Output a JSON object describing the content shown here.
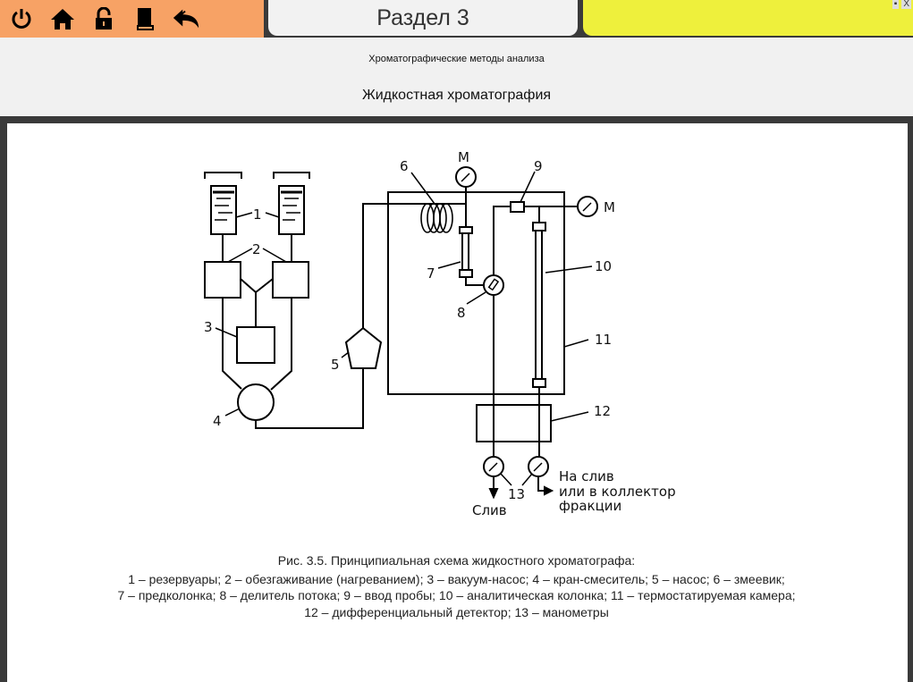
{
  "nav": {
    "buttons": [
      "power-icon",
      "home-icon",
      "lock-icon",
      "book-icon",
      "back-icon"
    ]
  },
  "header": {
    "section_tab": "Раздел 3",
    "subtitle": "Хроматографические методы анализа",
    "title": "Жидкостная хроматография"
  },
  "window_controls": {
    "minimize": "▪",
    "close": "X"
  },
  "diagram": {
    "labels": {
      "n1": "1",
      "n2": "2",
      "n3": "3",
      "n4": "4",
      "n5": "5",
      "n6": "6",
      "n7": "7",
      "n8": "8",
      "n9": "9",
      "n10": "10",
      "n11": "11",
      "n12": "12",
      "n13": "13",
      "m_top": "М",
      "m_right": "М"
    },
    "drain": "Слив",
    "outlet": [
      "На слив",
      "или в коллектор",
      "фракции"
    ]
  },
  "caption": {
    "title": "Рис. 3.5. Принципиальная схема жидкостного хроматографа:",
    "lines": [
      "1 – резервуары; 2 – обезгаживание (нагреванием); 3 – вакуум-насос; 4 – кран-смеситель; 5 – насос; 6 – змеевик;",
      "7 – предколонка; 8 – делитель потока; 9 – ввод пробы; 10 – аналитическая колонка; 11 – термостатируемая камера;",
      "12 – дифференциальный детектор; 13 – манометры"
    ]
  },
  "colors": {
    "nav_bg": "#f7a265",
    "accent_yellow": "#eef03c",
    "frame": "#3a3a3a"
  }
}
